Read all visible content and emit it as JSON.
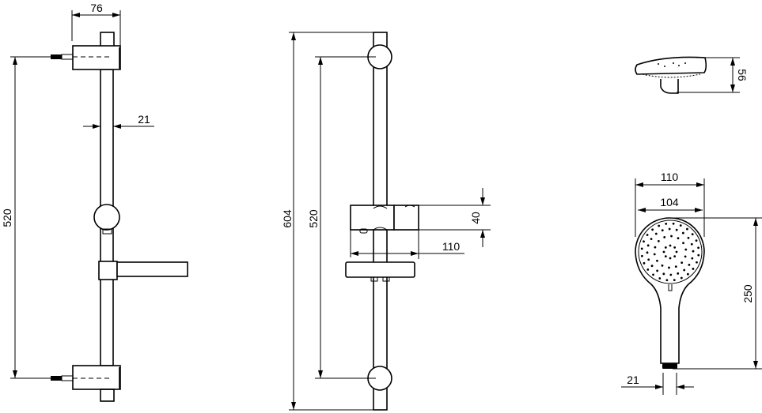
{
  "colors": {
    "line": "#000000",
    "background": "#ffffff"
  },
  "side_view": {
    "width": "76",
    "spacing": "520",
    "rail_diameter": "21"
  },
  "front_view": {
    "total_length": "604",
    "spacing": "520",
    "slider_height": "40",
    "slider_depth": "110"
  },
  "hand_shower_side": {
    "depth": "56"
  },
  "hand_shower_front": {
    "outer_width": "110",
    "face_width": "104",
    "length": "250",
    "connector": "21"
  }
}
